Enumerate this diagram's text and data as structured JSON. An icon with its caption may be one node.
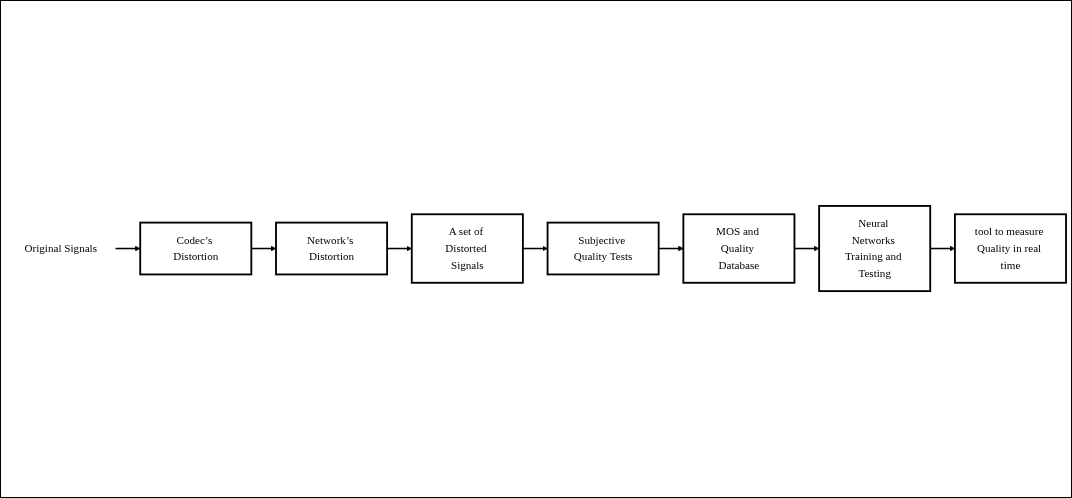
{
  "diagram": {
    "nodes": [
      {
        "text": [
          "Original Signals"
        ]
      },
      {
        "text": [
          "Codec’s Distortion"
        ]
      },
      {
        "text": [
          "Network’s Distortion"
        ]
      },
      {
        "text": [
          "A set of Distorted Signals"
        ]
      },
      {
        "text": [
          "Subjective Quality Tests"
        ]
      },
      {
        "text": [
          "MOS and Quality Database"
        ]
      },
      {
        "text": [
          "Neural Networks Training and Testing"
        ]
      },
      {
        "text": [
          "tool to measure Quality in real time"
        ]
      }
    ],
    "edges": [
      {
        "from": 0,
        "to": 1,
        "arrow": "to"
      },
      {
        "from": 1,
        "to": 2,
        "arrow": "to"
      },
      {
        "from": 2,
        "to": 3,
        "arrow": "to"
      },
      {
        "from": 3,
        "to": 4,
        "arrow": "to"
      },
      {
        "from": 4,
        "to": 5,
        "arrow": "to"
      },
      {
        "from": 5,
        "to": 6,
        "arrow": "to"
      },
      {
        "from": 6,
        "to": 7,
        "arrow": "to"
      }
    ]
  }
}
